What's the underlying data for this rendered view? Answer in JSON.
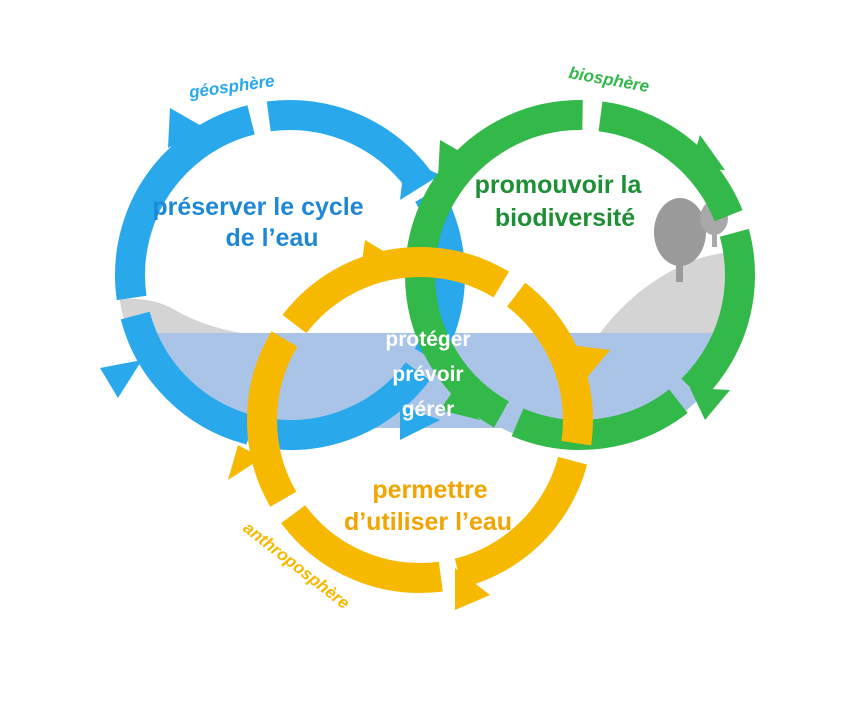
{
  "diagram": {
    "spheres": {
      "geo": {
        "label": "géosphère",
        "color": "#29a9ec"
      },
      "bio": {
        "label": "biosphère",
        "color": "#33b84a"
      },
      "anthropo": {
        "label": "anthroposphère",
        "color": "#f7b800"
      }
    },
    "goals": {
      "geo": [
        "préserver le cycle",
        "de l’eau"
      ],
      "bio": [
        "promouvoir la",
        "biodiversité"
      ],
      "anthropo": [
        "permettre",
        "d’utiliser l’eau"
      ]
    },
    "center": [
      "protéger",
      "prévoir",
      "gérer"
    ],
    "colors": {
      "geo_text": "#1e88d6",
      "bio_text": "#1f8f35",
      "anthropo_text": "#f2a400",
      "water": "#a9c4e6",
      "land": "#d4d4d4",
      "tree": "#9a9a9a"
    }
  }
}
